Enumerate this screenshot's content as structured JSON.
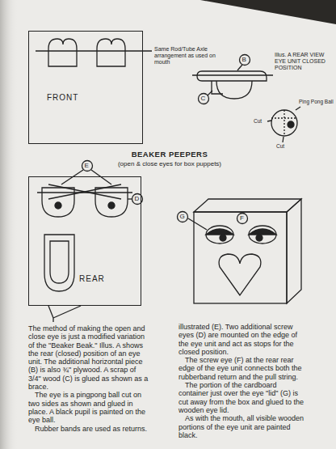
{
  "diagram": {
    "title": "BEAKER PEEPERS",
    "nodes": [
      {
        "text": [
          "FRONT"
        ]
      },
      {
        "text": [
          "REAR"
        ]
      }
    ],
    "labels": [
      "Same Rod/Tube Axle arrangement as used on mouth",
      "Illus. A REAR VIEW EYE UNIT CLOSED POSITION",
      "B",
      "C",
      "Ping Pong Ball",
      "Cut",
      "Cut",
      "(open & close eyes for box puppets)",
      "E",
      "D",
      "G",
      "F",
      "The method of making the open and close eye is just a modified variation of the \"Beaker Beak.\" Illus. A shows the rear (closed) position of an eye unit. The additional horizontal piece (B) is also ¾\" plywood. A scrap of 3/4\" wood (C) is glued as shown as a brace.",
      "The eye is a pingpong ball cut on two sides as shown and glued in place. A black pupil is painted on the eye ball.",
      "Rubber bands are used as returns.",
      "illustrated (E). Two additional screw eyes (D) are mounted on the edge of the eye unit and act as stops for the closed position.",
      "The screw eye (F) at the rear rear edge of the eye unit connects both the rubberband return and the pull string.",
      "The portion of the cardboard container just over the eye \"lid\" (G) is cut away from the box and glued to the wooden eye lid.",
      "As with the mouth, all visible wooden portions of the eye unit are painted black."
    ]
  }
}
